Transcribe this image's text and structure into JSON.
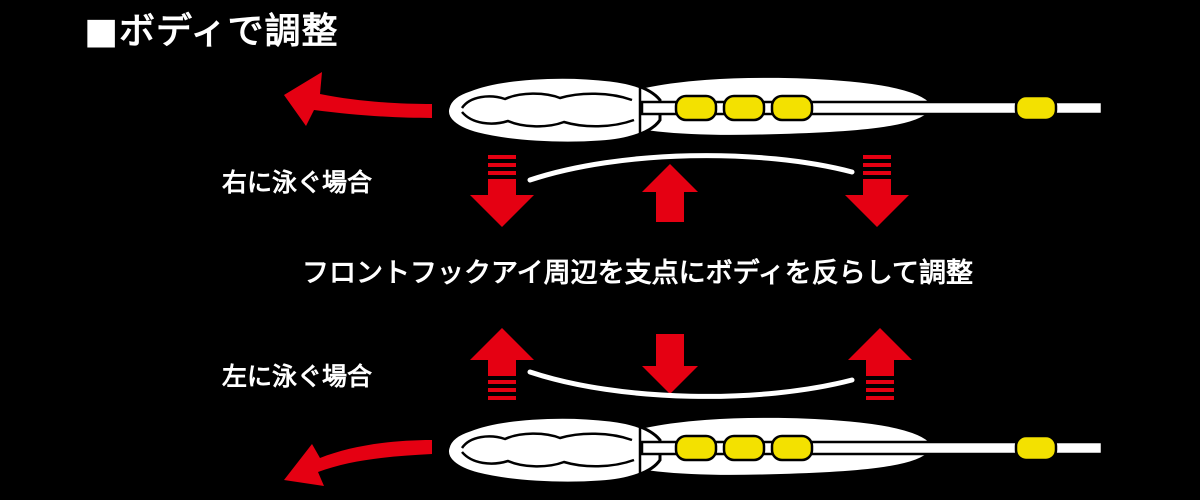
{
  "title": "■ボディで調整",
  "captions": {
    "swim_right": "右に泳ぐ場合",
    "swim_left": "左に泳ぐ場合",
    "center": "フロントフックアイ周辺を支点にボディを反らして調整"
  },
  "colors": {
    "background": "#000000",
    "arrow_red": "#e50012",
    "lure_body": "#ffffff",
    "weight_yellow": "#f3e100",
    "outline": "#000000"
  }
}
